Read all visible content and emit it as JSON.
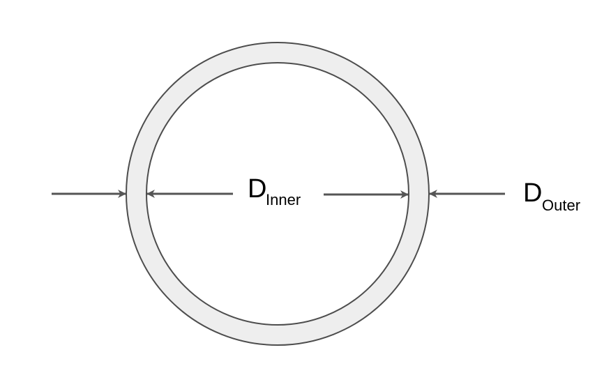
{
  "diagram": {
    "inner_label": {
      "main": "D",
      "sub": "Inner"
    },
    "outer_label": {
      "main": "D",
      "sub": "Outer"
    }
  },
  "colors": {
    "ring_fill": "#eeeeee",
    "ring_stroke": "#4d4d4d",
    "arrow": "#555555",
    "text": "#000000"
  }
}
